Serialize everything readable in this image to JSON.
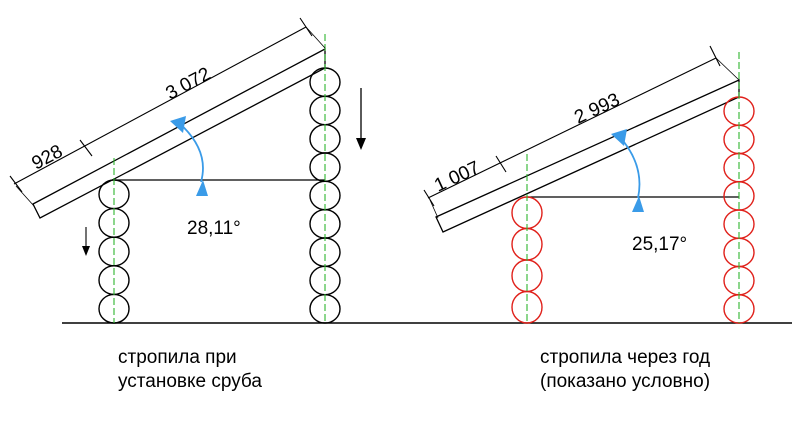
{
  "left": {
    "dim_eave": "928",
    "dim_rafter": "3 072",
    "angle": "28,11°",
    "caption_line1": "стропила при",
    "caption_line2": "установке сруба"
  },
  "right": {
    "dim_eave": "1 007",
    "dim_rafter": "2 993",
    "angle": "25,17°",
    "caption_line1": "стропила через год",
    "caption_line2": "(показано условно)"
  },
  "colors": {
    "log_left": "#000000",
    "log_right": "#e0201a",
    "axis": "#2fb52f",
    "angle_arrow": "#3a9be8",
    "line": "#000000"
  }
}
